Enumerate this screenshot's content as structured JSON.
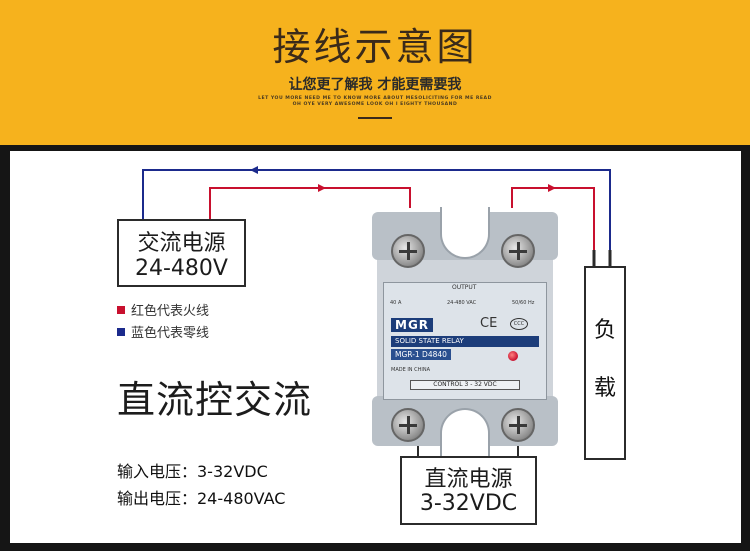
{
  "header": {
    "title": "接线示意图",
    "subtitle": "让您更了解我 才能更需要我",
    "tagline_1": "LET YOU MORE NEED ME TO KNOW MORE ABOUT MESOLICITING FOR ME READ",
    "tagline_2": "OH OYE VERY AWESOME LOOK OH I EIGHTY THOUSAND"
  },
  "ac_source": {
    "line_1": "交流电源",
    "line_2": "24-480V"
  },
  "legend": {
    "red": "红色代表火线",
    "blue": "蓝色代表零线"
  },
  "main_title": "直流控交流",
  "specs": {
    "input": "输入电压：3-32VDC",
    "output": "输出电压：24-480VAC"
  },
  "dc_source": {
    "line_1": "直流电源",
    "line_2": "3-32VDC"
  },
  "load": {
    "char_1": "负",
    "char_2": "载"
  },
  "relay": {
    "output_label": "OUTPUT",
    "voltage_label": "24-480 VAC",
    "amp_label": "40 A",
    "hz_label": "50/60 Hz",
    "brand": "MGR",
    "ce_mark": "CE",
    "ccc_mark": "CCC",
    "type_label": "SOLID STATE RELAY",
    "model": "MGR-1  D4840",
    "made_in": "MADE IN CHINA",
    "control_label": "CONTROL 3 - 32 VDC"
  },
  "colors": {
    "live_wire": "#c8102e",
    "neutral_wire": "#1b2a8c",
    "header_bg": "#f6b21d"
  }
}
